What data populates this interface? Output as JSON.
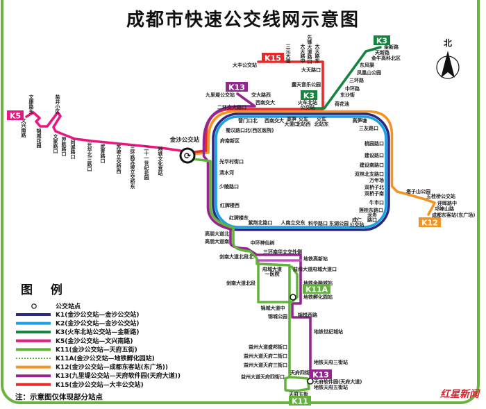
{
  "title": "成都市快速公交线网示意图",
  "north_label": "北",
  "hub_label": "金沙公交站",
  "watermark": "红星新闻",
  "colors": {
    "K1": "#2b2a80",
    "K2": "#1ba1e2",
    "K3": "#16843e",
    "K5": "#e5197f",
    "K11": "#62b33a",
    "K11A": "#62b33a",
    "K12": "#f39323",
    "K13": "#93278f",
    "K15": "#e52b2b",
    "frame": "#6bb33f"
  },
  "badges": [
    "K5",
    "K15",
    "K13",
    "K3",
    "K3",
    "K12",
    "K11A",
    "K13",
    "K11"
  ],
  "station_labels": [
    "文兴南路",
    "文康路东",
    "锦城花园",
    "盐井小区",
    "文家路口",
    "羿航路口",
    "同诚路口",
    "光华北三路口",
    "武青路口",
    "苏坡立交桥西",
    "三环路苏坡立交桥东",
    "二十一世纪花园",
    "地铁文化宫站",
    "九里堤公交站",
    "交大路西",
    "二环交大路口",
    "西南交大",
    "大丰公交站",
    "三元大道",
    "大天路中",
    "先锋大道路口",
    "大天路东",
    "大天路口",
    "露天音乐公园",
    "火车北站",
    "公交站",
    "荷花池",
    "东沙街",
    "中环路",
    "三环路",
    "凤凰山公园",
    "东风渠",
    "金牛高科北区",
    "天新路",
    "金新路",
    "营门口北",
    "西南交大",
    "高笋",
    "大道口",
    "火车",
    "北站西",
    "火车",
    "北站东",
    "高笋塘",
    "三友路口",
    "蜀汉路口北(西区医院)",
    "府南新区",
    "光华村街口",
    "清水河",
    "少陵路口",
    "红牌楼西",
    "红牌楼东",
    "桃园路口",
    "建设路口",
    "建设南路口",
    "双林北支路口",
    "万年场",
    "双桥子北",
    "双桥子南",
    "牛市口",
    "莲桂东路口",
    "龙舟",
    "路口",
    "成仁",
    "公交站",
    "紫荆北路口",
    "人南立交东",
    "科华路口",
    "东湖公园",
    "塔子山公园",
    "五桂桥公交站",
    "迎晖路中",
    "邛崃山路",
    "成都东客站(东广场)",
    "高朋大道北",
    "高朋大道南",
    "中环神仙树",
    "三环南华立交外侧",
    "剑南大道北段北",
    "地铁高新站",
    "府城大道",
    "一医院",
    "益州大道府城大道口",
    "剑南大道北段",
    "地铁金融城站",
    "地铁孵化园站",
    "锦城大道中",
    "锦城公园",
    "锦悦西路",
    "地铁世纪城站",
    "益州大道盛邦街口",
    "益州大道天府二街口",
    "益州大道天府三街口",
    "地铁天府三街站",
    "益州大道天府四街口",
    "天府四街",
    "天府软件园(天府大道)",
    "地铁天府五街站",
    "天府五街"
  ],
  "legend": {
    "title": "图 例",
    "stop_label": "公交站点",
    "items": [
      {
        "route": "K1",
        "label": "K1(金沙公交站—金沙公交站)"
      },
      {
        "route": "K2",
        "label": "K2(金沙公交站—金沙公交站)"
      },
      {
        "route": "K3",
        "label": "K3(火车北站公交站—金新路)"
      },
      {
        "route": "K5",
        "label": "K5(金沙公交站—文兴南路)"
      },
      {
        "route": "K11",
        "label": "K11(金沙公交站—天府五街)"
      },
      {
        "route": "K11A",
        "label": "K11A(金沙公交站—地铁孵化园站)"
      },
      {
        "route": "K12",
        "label": "K12(金沙公交站—成都东客站(东广场))"
      },
      {
        "route": "K13",
        "label": "K13(九里堤公交站—天府软件园(天府大道))"
      },
      {
        "route": "K15",
        "label": "K15(金沙公交站—大丰公交站)"
      }
    ],
    "note": "注：示意图仅体现部分站点"
  }
}
